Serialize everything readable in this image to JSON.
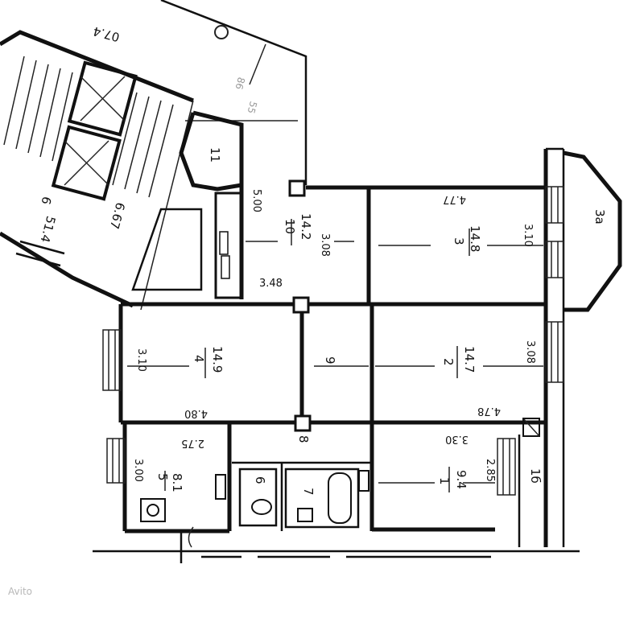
{
  "floor_plan": {
    "stair": {
      "width_label": "07.4",
      "length_label": "6.67",
      "area_label": "51.4",
      "number_label": "6"
    },
    "upper_corridor": {
      "labels": [
        "86",
        "55"
      ]
    },
    "room_11": {
      "number": "11",
      "length": "5.00"
    },
    "room_10": {
      "number": "10",
      "area": "14.2",
      "dim": "3.08"
    },
    "room_3": {
      "number": "3",
      "area": "14.8",
      "width": "4.77",
      "dim": "3.10"
    },
    "bay_3a": {
      "label": "3a"
    },
    "room_4": {
      "number": "4",
      "area": "14.9",
      "dim": "3.10",
      "width": "4.80"
    },
    "room_9": {
      "number": "9",
      "top_dim": "3.48"
    },
    "room_2": {
      "number": "2",
      "area": "14.7",
      "dim": "3.08",
      "width": "4.78"
    },
    "room_5": {
      "number": "5",
      "area": "8.1",
      "dim": "3.00",
      "width": "2.75"
    },
    "room_8": {
      "number": "8"
    },
    "room_6": {
      "number": "6"
    },
    "room_7": {
      "number": "7"
    },
    "room_1": {
      "number": "1",
      "area": "9.4",
      "width": "3.30",
      "dim": "2.85"
    },
    "room_1b": {
      "number": "1б"
    }
  },
  "watermark": {
    "text": "Avito"
  }
}
